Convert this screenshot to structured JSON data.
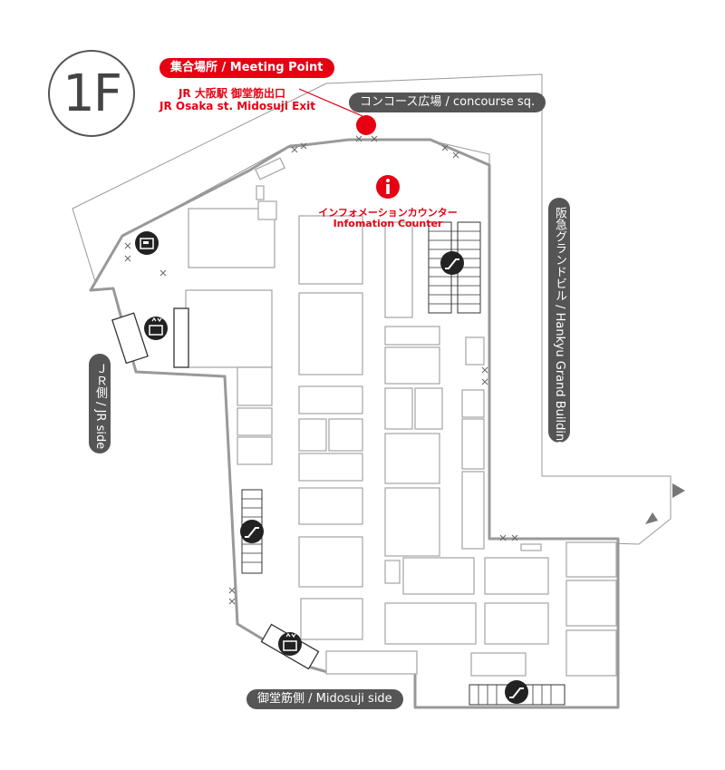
{
  "floor": {
    "label": "1F"
  },
  "meeting_point": {
    "title": "集合場所 / Meeting Point",
    "exit_ja": "JR 大阪駅 御堂筋出口",
    "exit_en": "JR Osaka st. Midosuji Exit",
    "marker_color": "#e60012"
  },
  "info_counter": {
    "icon": "info-icon",
    "label_ja": "インフォメーションカウンター",
    "label_en": "Infomation Counter"
  },
  "labels": {
    "concourse": "コンコース広場 / concourse sq.",
    "hankyu": "阪急グランドビル / Hankyu Grand Building",
    "jr_side": "ＪＲ側 / JR side",
    "midosuji_side": "御堂筋側 / Midosuji side"
  },
  "facility_icons": [
    "escalator-icon",
    "escalator-icon",
    "escalator-icon",
    "elevator-icon",
    "elevator-icon",
    "ticket-machine-icon"
  ],
  "colors": {
    "accent": "#e60012",
    "outline": "#999999",
    "pill": "#555555",
    "unit": "#aaaaaa"
  }
}
